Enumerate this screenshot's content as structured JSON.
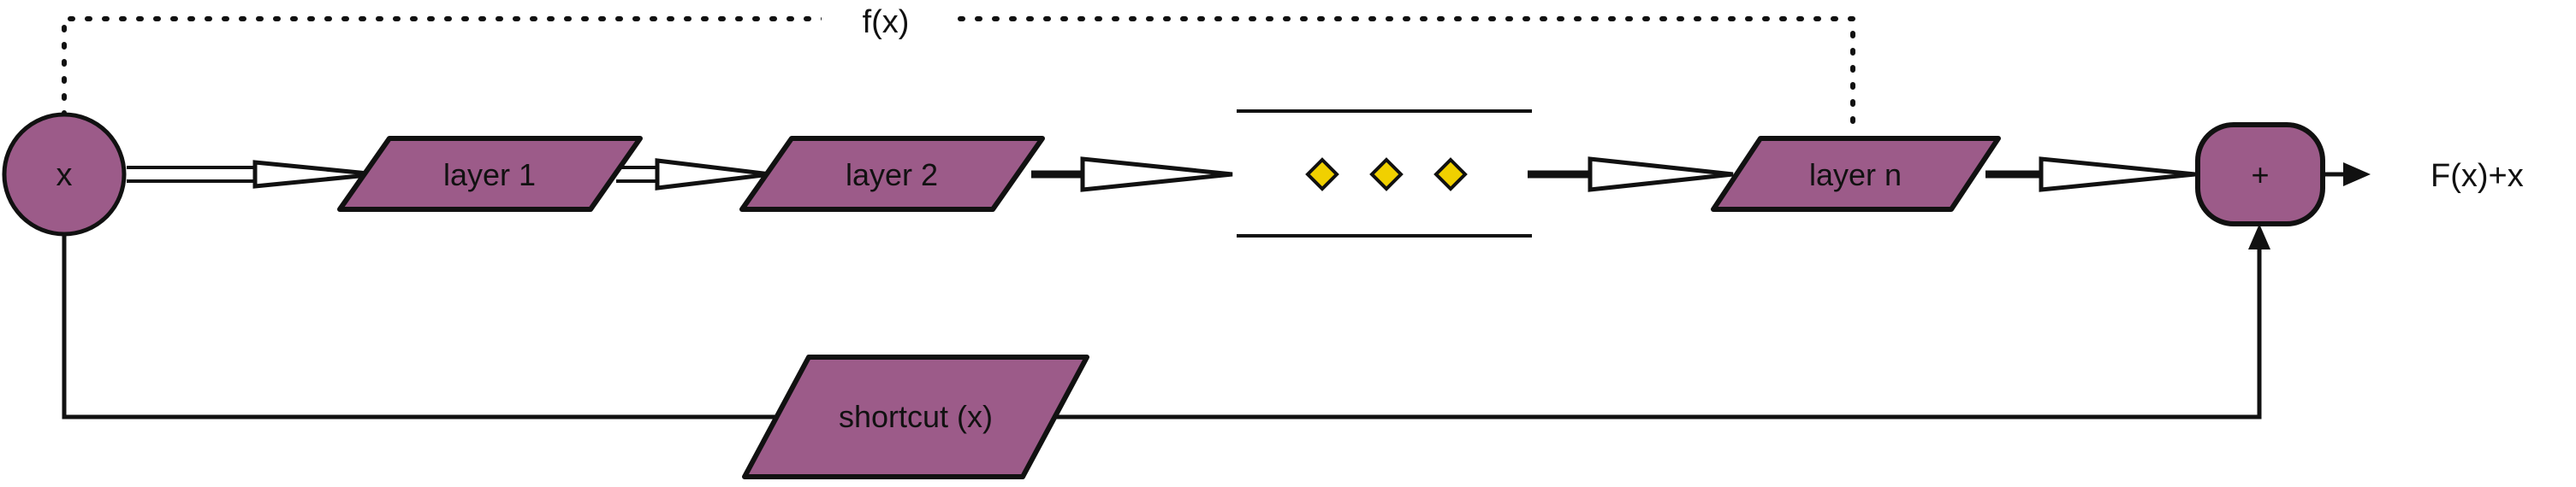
{
  "diagram": {
    "colors": {
      "node_fill": "#9c5b89",
      "stroke": "#111111",
      "dots": "#f0d000",
      "background": "#ffffff"
    },
    "input_node": {
      "label": "x",
      "shape": "circle"
    },
    "layers": [
      {
        "label": "layer 1",
        "shape": "parallelogram"
      },
      {
        "label": "layer 2",
        "shape": "parallelogram"
      },
      {
        "label": "layer n",
        "shape": "parallelogram"
      }
    ],
    "ellipsis": {
      "marker_count": 3,
      "marker_shape": "diamond"
    },
    "residual_label": "f(x)",
    "shortcut_node": {
      "label": "shortcut (x)",
      "shape": "parallelogram"
    },
    "sum_node": {
      "label": "+",
      "shape": "rounded-rectangle"
    },
    "output_label": "F(x)+x"
  }
}
